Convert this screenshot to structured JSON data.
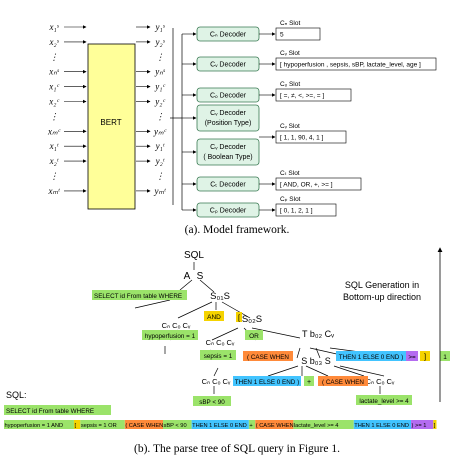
{
  "framework": {
    "inputs": [
      "x₁ˢ",
      "x₂ˢ",
      "⋮",
      "xₙˢ",
      "x₁ᶜ",
      "x₂ᶜ",
      "⋮",
      "xₘᶜ",
      "x₁ᵗ",
      "x₂ᵗ",
      "⋮",
      "xₘᵗ"
    ],
    "encoder_label": "BERT",
    "outputs": [
      "y₁ˢ",
      "y₂ˢ",
      "⋮",
      "yₙˢ",
      "y₁ᶜ",
      "y₂ᶜ",
      "⋮",
      "yₘᶜ",
      "y₁ᵗ",
      "y₂ᵗ",
      "⋮",
      "yₘᵗ"
    ],
    "decoders": [
      {
        "label": "Cₙ Decoder"
      },
      {
        "label": "Cᵥ Decoder"
      },
      {
        "label": "Cₒ Decoder"
      },
      {
        "label": "Cᵥ Decoder",
        "sublabel": "(Position Type)"
      },
      {
        "label": "Cᵥ Decoder",
        "sublabel": "( Boolean Type)"
      },
      {
        "label": "Cₜ Decoder"
      },
      {
        "label": "Cₚ Decoder"
      }
    ],
    "slots": [
      {
        "title": "Cₙ Slot",
        "value": "5"
      },
      {
        "title": "Cᵥ Slot",
        "value": "[ hypoperfusion , sepsis, sBP, lactate_level, age ]"
      },
      {
        "title": "Cₒ Slot",
        "value": "[ =, ≠, <, >=, = ]"
      },
      {
        "title": "Cᵥ Slot",
        "value": "[ 1, 1, 90, 4, 1 ]"
      },
      {
        "title": "Cₜ Slot",
        "value": "[ AND, OR, +, >= ]"
      },
      {
        "title": "Cₚ Slot",
        "value": "[ 0, 1, 2, 1 ]"
      }
    ],
    "caption": "(a). Model framework."
  },
  "tree": {
    "root": "SQL",
    "a_label": "A",
    "s_label": "S",
    "lbl_s1": "S₀₁S",
    "lbl_s2": "S₀₂S",
    "lbl_t": "T b₀₂ Cᵥ",
    "lbl_s3": "S b₀₃ S",
    "select": "SELECT id From table WHERE",
    "and": "AND",
    "or": "OR",
    "cn1": "Cₙ Cₒ Cᵥ",
    "cn2": "Cₙ Cₒ Cᵥ",
    "cn3": "Cₙ Cₒ Cᵥ",
    "cn4": "Cₙ Cₒ Cᵥ",
    "hypo": "hypoperfusion = 1",
    "sepsis": "sepsis = 1",
    "sbp": "sBP < 90",
    "lactate": "lactate_level >= 4",
    "case1": "( CASE WHEN",
    "case2": "( CASE WHEN",
    "then1": "THEN 1 ELSE 0 END )",
    "then2": "THEN 1 ELSE 0 END )",
    "plus": "+",
    "gt": ">=",
    "one": "1",
    "bracket_l": "[",
    "bracket_r": "]",
    "arrow_text": [
      "SQL Generation in",
      "Bottom-up direction"
    ],
    "sql_label": "SQL:",
    "sql_line1": "SELECT id From table WHERE",
    "sql_line2": [
      {
        "t": "hypoperfusion = 1 AND ",
        "c": "#9be36a"
      },
      {
        "t": "[ ",
        "c": "#f5d300"
      },
      {
        "t": "sepsis = 1 OR ",
        "c": "#9be36a"
      },
      {
        "t": "( CASE WHEN ",
        "c": "#ff8a3a"
      },
      {
        "t": "sBP < 90 ",
        "c": "#9be36a"
      },
      {
        "t": "THEN 1 ELSE 0 END ",
        "c": "#42c4ff"
      },
      {
        "t": "+ ",
        "c": "#9be36a"
      },
      {
        "t": "( CASE WHEN ",
        "c": "#ff8a3a"
      },
      {
        "t": "lactate_level >= 4 ",
        "c": "#9be36a"
      },
      {
        "t": "THEN 1 ELSE 0 END ",
        "c": "#42c4ff"
      },
      {
        "t": ") >= 1 ",
        "c": "#b46cf0"
      },
      {
        "t": "]",
        "c": "#f5d300"
      }
    ],
    "caption": "(b). The parse tree of SQL query in Figure 1."
  },
  "colors": {
    "bert_fill": "#ffff99",
    "decoder_fill": "#dff3e6",
    "decoder_stroke": "#3a7a53",
    "green": "#9be36a",
    "orange": "#ff8a3a",
    "blue": "#42c4ff",
    "yellow": "#f5d300",
    "purple": "#b46cf0"
  }
}
